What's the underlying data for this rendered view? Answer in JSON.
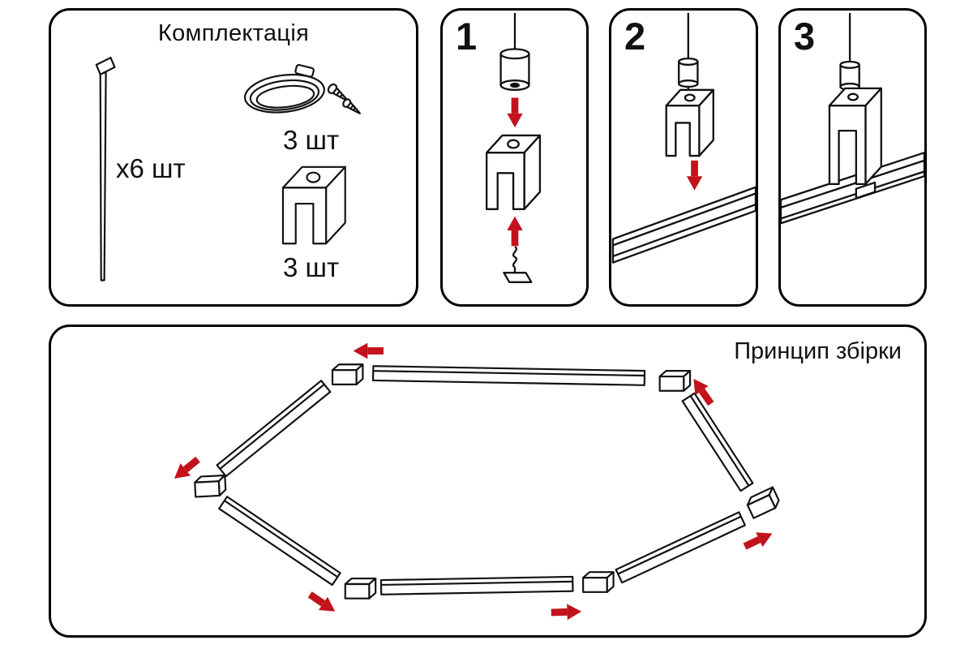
{
  "colors": {
    "accent_red": "#c2121c",
    "line": "#111111",
    "background": "#ffffff"
  },
  "kit_panel": {
    "title": "Комплектація",
    "items": [
      {
        "id": "suspension-rod",
        "qty_label": "х6 шт"
      },
      {
        "id": "cable-with-screws",
        "qty_label": "3 шт"
      },
      {
        "id": "mounting-clip",
        "qty_label": "3 шт"
      }
    ]
  },
  "steps": [
    {
      "number": "1"
    },
    {
      "number": "2"
    },
    {
      "number": "3"
    }
  ],
  "assembly_panel": {
    "title": "Принцип збірки"
  }
}
